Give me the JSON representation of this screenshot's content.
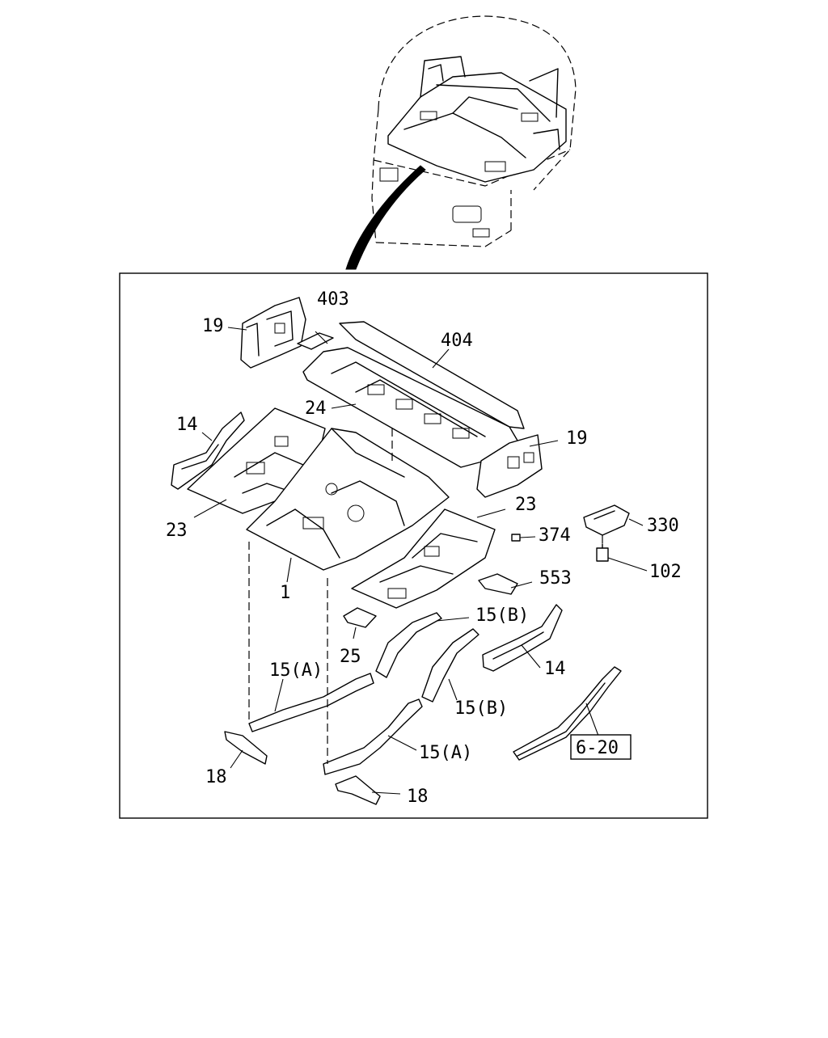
{
  "callouts": {
    "c403": "403",
    "c404": "404",
    "c19a": "19",
    "c19b": "19",
    "c24": "24",
    "c14a": "14",
    "c14b": "14",
    "c23a": "23",
    "c23b": "23",
    "c330": "330",
    "c374": "374",
    "c102": "102",
    "c553": "553",
    "c1": "1",
    "c15b1": "15(B)",
    "c15b2": "15(B)",
    "c25": "25",
    "c15a1": "15(A)",
    "c15a2": "15(A)",
    "c18a": "18",
    "c18b": "18",
    "ref": "6-20"
  }
}
